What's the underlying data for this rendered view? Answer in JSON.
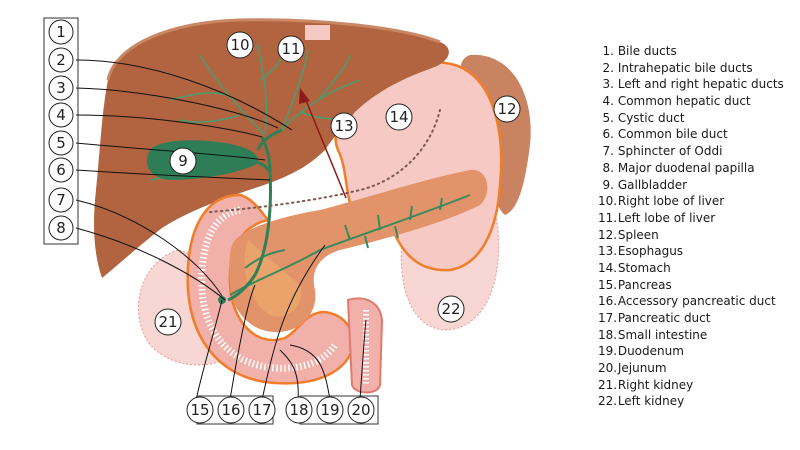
{
  "legend": [
    {
      "num": "1.",
      "label": "Bile ducts"
    },
    {
      "num": "2.",
      "label": "Intrahepatic bile ducts"
    },
    {
      "num": "3.",
      "label": "Left and right hepatic ducts"
    },
    {
      "num": "4.",
      "label": "Common hepatic duct"
    },
    {
      "num": "5.",
      "label": "Cystic duct"
    },
    {
      "num": "6.",
      "label": "Common bile duct"
    },
    {
      "num": "7.",
      "label": "Sphincter of Oddi"
    },
    {
      "num": "8.",
      "label": "Major duodenal papilla"
    },
    {
      "num": "9.",
      "label": "Gallbladder"
    },
    {
      "num": "10.",
      "label": "Right lobe of liver"
    },
    {
      "num": "11.",
      "label": "Left lobe of liver"
    },
    {
      "num": "12.",
      "label": "Spleen"
    },
    {
      "num": "13.",
      "label": "Esophagus"
    },
    {
      "num": "14.",
      "label": "Stomach"
    },
    {
      "num": "15.",
      "label": "Pancreas"
    },
    {
      "num": "16.",
      "label": "Accessory pancreatic duct"
    },
    {
      "num": "17.",
      "label": "Pancreatic duct"
    },
    {
      "num": "18.",
      "label": "Small intestine"
    },
    {
      "num": "19.",
      "label": "Duodenum"
    },
    {
      "num": "20.",
      "label": "Jejunum"
    },
    {
      "num": "21.",
      "label": "Right kidney"
    },
    {
      "num": "22.",
      "label": "Left kidney"
    }
  ],
  "markers": {
    "m1": "1",
    "m2": "2",
    "m3": "3",
    "m4": "4",
    "m5": "5",
    "m6": "6",
    "m7": "7",
    "m8": "8",
    "m9": "9",
    "m10": "10",
    "m11": "11",
    "m12": "12",
    "m13": "13",
    "m14": "14",
    "m15": "15",
    "m16": "16",
    "m17": "17",
    "m18": "18",
    "m19": "19",
    "m20": "20",
    "m21": "21",
    "m22": "22"
  },
  "colors": {
    "liver": "#b1643f",
    "stomach": "#f6c9c4",
    "ducts": "#2f7f59",
    "gallbladder": "#2e7d57",
    "pancreas": "#e2936a",
    "duodenum": "#f0a6a0",
    "kidney": "#f8d2cf",
    "spleen": "#c98360",
    "outline": "#f07d2a"
  }
}
